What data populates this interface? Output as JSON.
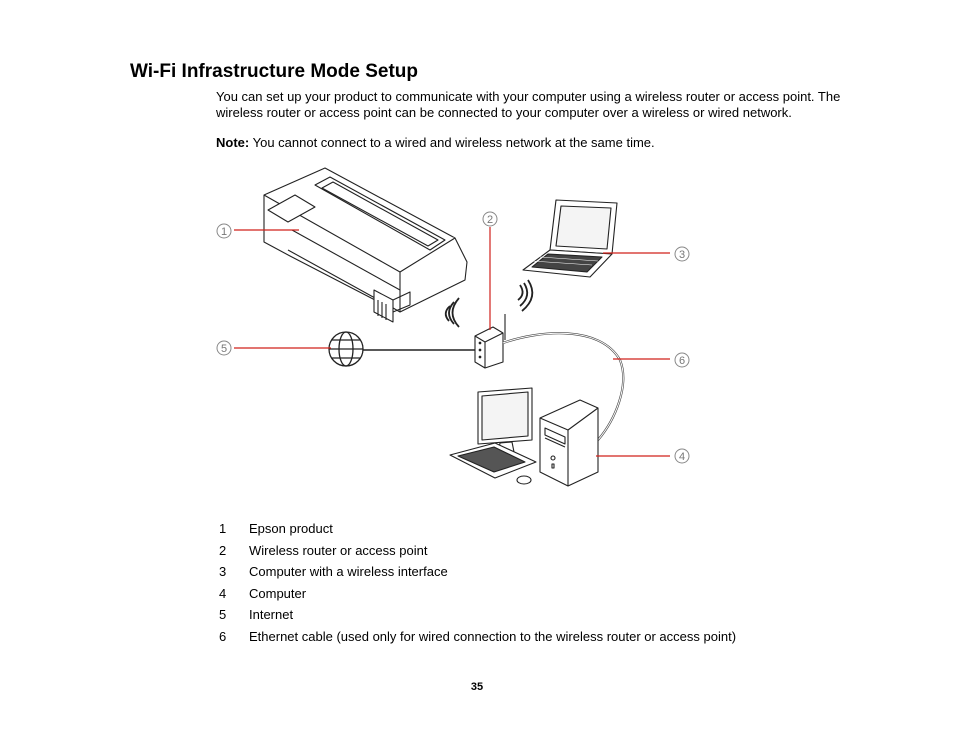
{
  "heading": "Wi-Fi Infrastructure Mode Setup",
  "intro": "You can set up your product to communicate with your computer using a wireless router or access point. The wireless router or access point can be connected to your computer over a wireless or wired network.",
  "note": {
    "label": "Note:",
    "text": "You cannot connect to a wired and wireless network at the same time."
  },
  "callouts": [
    "1",
    "2",
    "3",
    "4",
    "5",
    "6"
  ],
  "legend": [
    {
      "num": "1",
      "label": "Epson product"
    },
    {
      "num": "2",
      "label": "Wireless router or access point"
    },
    {
      "num": "3",
      "label": "Computer with a wireless interface"
    },
    {
      "num": "4",
      "label": "Computer"
    },
    {
      "num": "5",
      "label": "Internet"
    },
    {
      "num": "6",
      "label": "Ethernet cable (used only for wired connection to the wireless router or access point)"
    }
  ],
  "page_number": "35",
  "colors": {
    "callout_line": "#d0201a",
    "callout_circle": "#888888"
  }
}
